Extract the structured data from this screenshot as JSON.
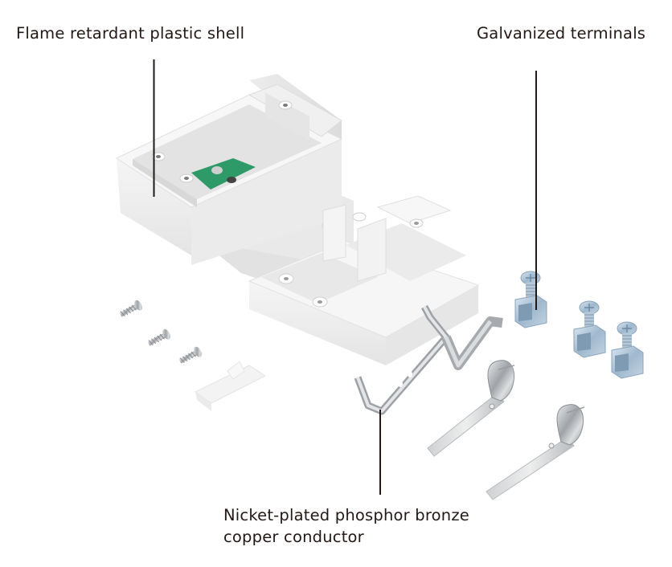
{
  "callouts": [
    {
      "id": "shell",
      "lines": [
        "Flame retardant plastic shell"
      ]
    },
    {
      "id": "terminals",
      "lines": [
        "Galvanized terminals"
      ]
    },
    {
      "id": "conductor",
      "lines": [
        "Nicket-plated phosphor bronze",
        "copper conductor"
      ]
    }
  ],
  "components": {
    "upper_shell": "plastic-shell-top",
    "lower_shell": "plastic-shell-base",
    "screws": 3,
    "clip": "plastic-clip",
    "terminals": 3,
    "conductors": [
      "bent-conductor",
      "contact-spring",
      "contact-spring"
    ],
    "pcb_color": "#2e9a68"
  },
  "colors": {
    "text": "#231815",
    "leader_line": "#231815",
    "plastic": "#f2f2f2",
    "metal": "#b9bcc0",
    "zinc": "#a9c3da"
  }
}
